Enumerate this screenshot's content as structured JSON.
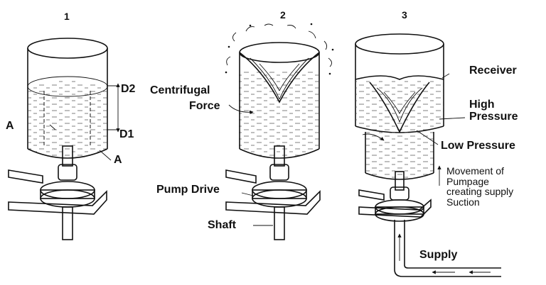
{
  "panels": [
    {
      "number": "1"
    },
    {
      "number": "2"
    },
    {
      "number": "3"
    }
  ],
  "labels": {
    "d2": "D2",
    "d1": "D1",
    "a_left": "A",
    "a_right": "A",
    "centrifugal": "Centrifugal",
    "force": "Force",
    "pump_drive": "Pump Drive",
    "shaft": "Shaft",
    "receiver": "Receiver",
    "high_pressure": "High\nPressure",
    "low_pressure": "Low Pressure",
    "movement": "Movement of\nPumpage\ncreating supply\nSuction",
    "supply": "Supply"
  }
}
